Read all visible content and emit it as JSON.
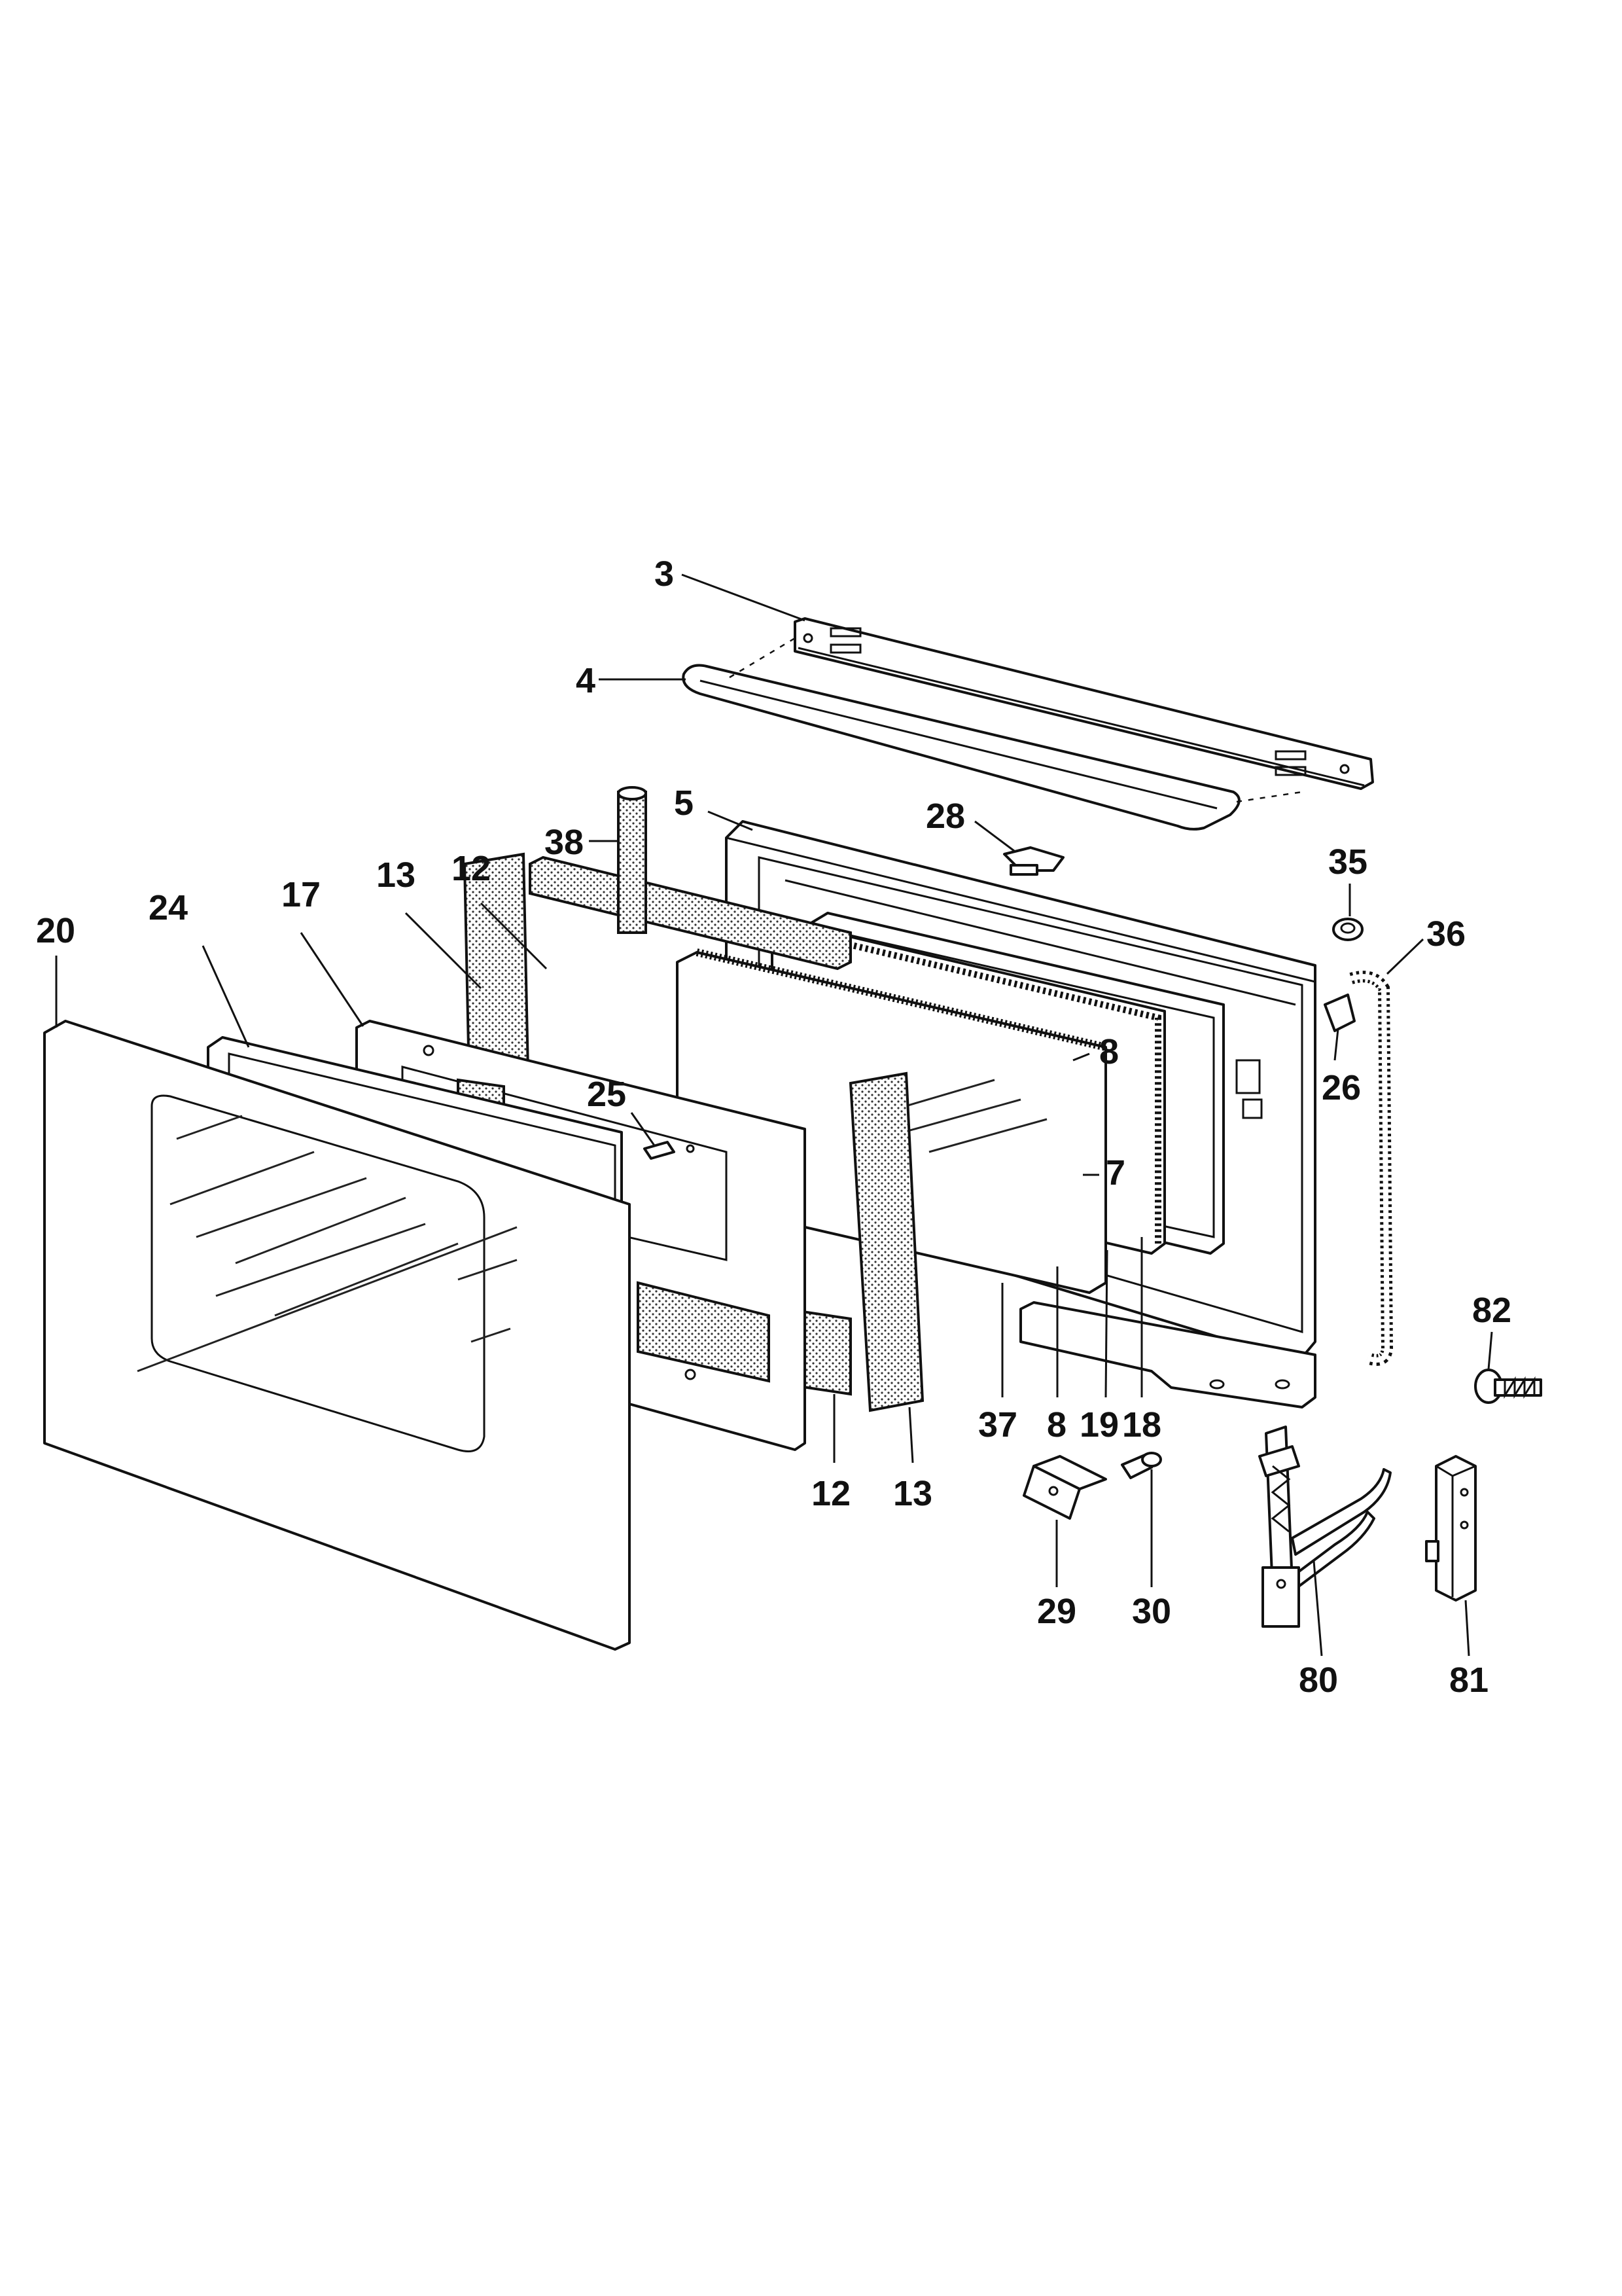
{
  "diagram": {
    "part_labels": {
      "p3": "3",
      "p4": "4",
      "p5": "5",
      "p38": "38",
      "p28": "28",
      "p35": "35",
      "p36": "36",
      "p20": "20",
      "p24": "24",
      "p17": "17",
      "p13a": "13",
      "p12a": "12",
      "p25": "25",
      "p8a": "8",
      "p26": "26",
      "p7": "7",
      "p82": "82",
      "p37": "37",
      "p8b": "8",
      "p19": "19",
      "p18": "18",
      "p12b": "12",
      "p13b": "13",
      "p29": "29",
      "p30": "30",
      "p80": "80",
      "p81": "81"
    }
  }
}
